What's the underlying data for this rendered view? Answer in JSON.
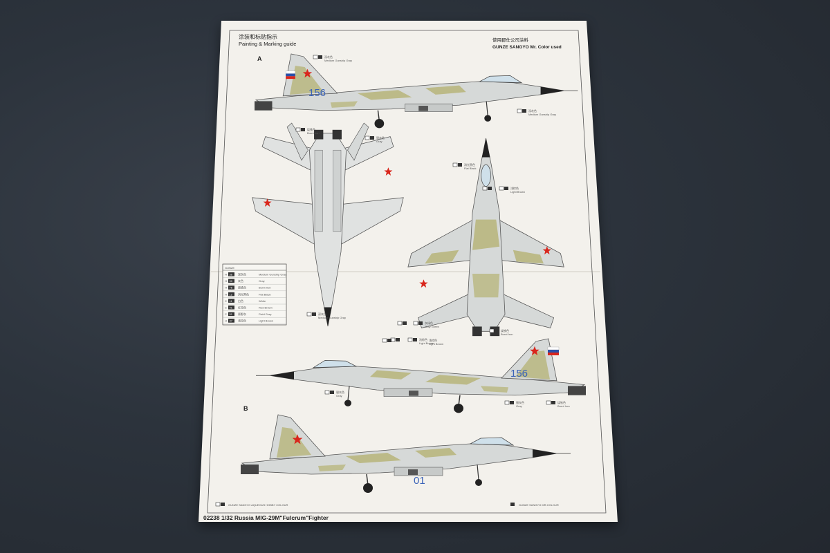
{
  "header": {
    "title_cn": "涂装和标贴指示",
    "title_en": "Painting & Marking guide",
    "colors_cn": "使用郡仕公司涂料",
    "colors_en": "GUNZE SANGYO Mr. Color used"
  },
  "schemes": {
    "a": "A",
    "b": "B"
  },
  "markings": {
    "a_number": "156",
    "b_number": "01"
  },
  "callouts": {
    "c1_cn": "深灰色",
    "c1_en": "Medium Gunship Gray",
    "c2_cn": "银灰色",
    "c2_en": "Gray",
    "c3_cn": "烧铁色",
    "c3_en": "Burnt Iron",
    "c4_cn": "消光黑色",
    "c4_en": "Flat Black",
    "c5_cn": "浅棕色",
    "c5_en": "Light Brown",
    "c6_cn": "灰绿色",
    "c6_en": "Gray Green"
  },
  "legend": {
    "header": "GUNZE",
    "rows": [
      {
        "code": "H",
        "num": "36",
        "cn": "深灰色",
        "en": "Medium Gunship Gray"
      },
      {
        "code": "H",
        "num": "90",
        "cn": "灰色",
        "en": "Gray"
      },
      {
        "code": "H",
        "num": "76",
        "cn": "烧铁色",
        "en": "Burnt Iron"
      },
      {
        "code": "H",
        "num": "12",
        "cn": "消光黑色",
        "en": "Flat Black"
      },
      {
        "code": "C",
        "num": "11",
        "cn": "白色",
        "en": "White"
      },
      {
        "code": "C",
        "num": "41",
        "cn": "红棕色",
        "en": "Red Brown"
      },
      {
        "code": "C",
        "num": "51",
        "cn": "原野灰",
        "en": "Field Gray"
      },
      {
        "code": "H",
        "num": "37",
        "cn": "浅棕色",
        "en": "Light Brown"
      }
    ]
  },
  "footer": {
    "aqueous": "GUNZE SANGYO AQUEOUS HOBBY COLOUR",
    "mrcolour": "GUNZE SANGYO MR.COLOUR",
    "kit_title": "02238 1/32 Russia MIG-29M\"Fulcrum\"Fighter"
  },
  "colors": {
    "paper": "#f3f1ec",
    "aircraft_gray": "#d6d9d8",
    "camo_green": "#b9b680",
    "star_red": "#d9261c",
    "number_blue": "#3a63b8",
    "background": "#2c333c"
  }
}
